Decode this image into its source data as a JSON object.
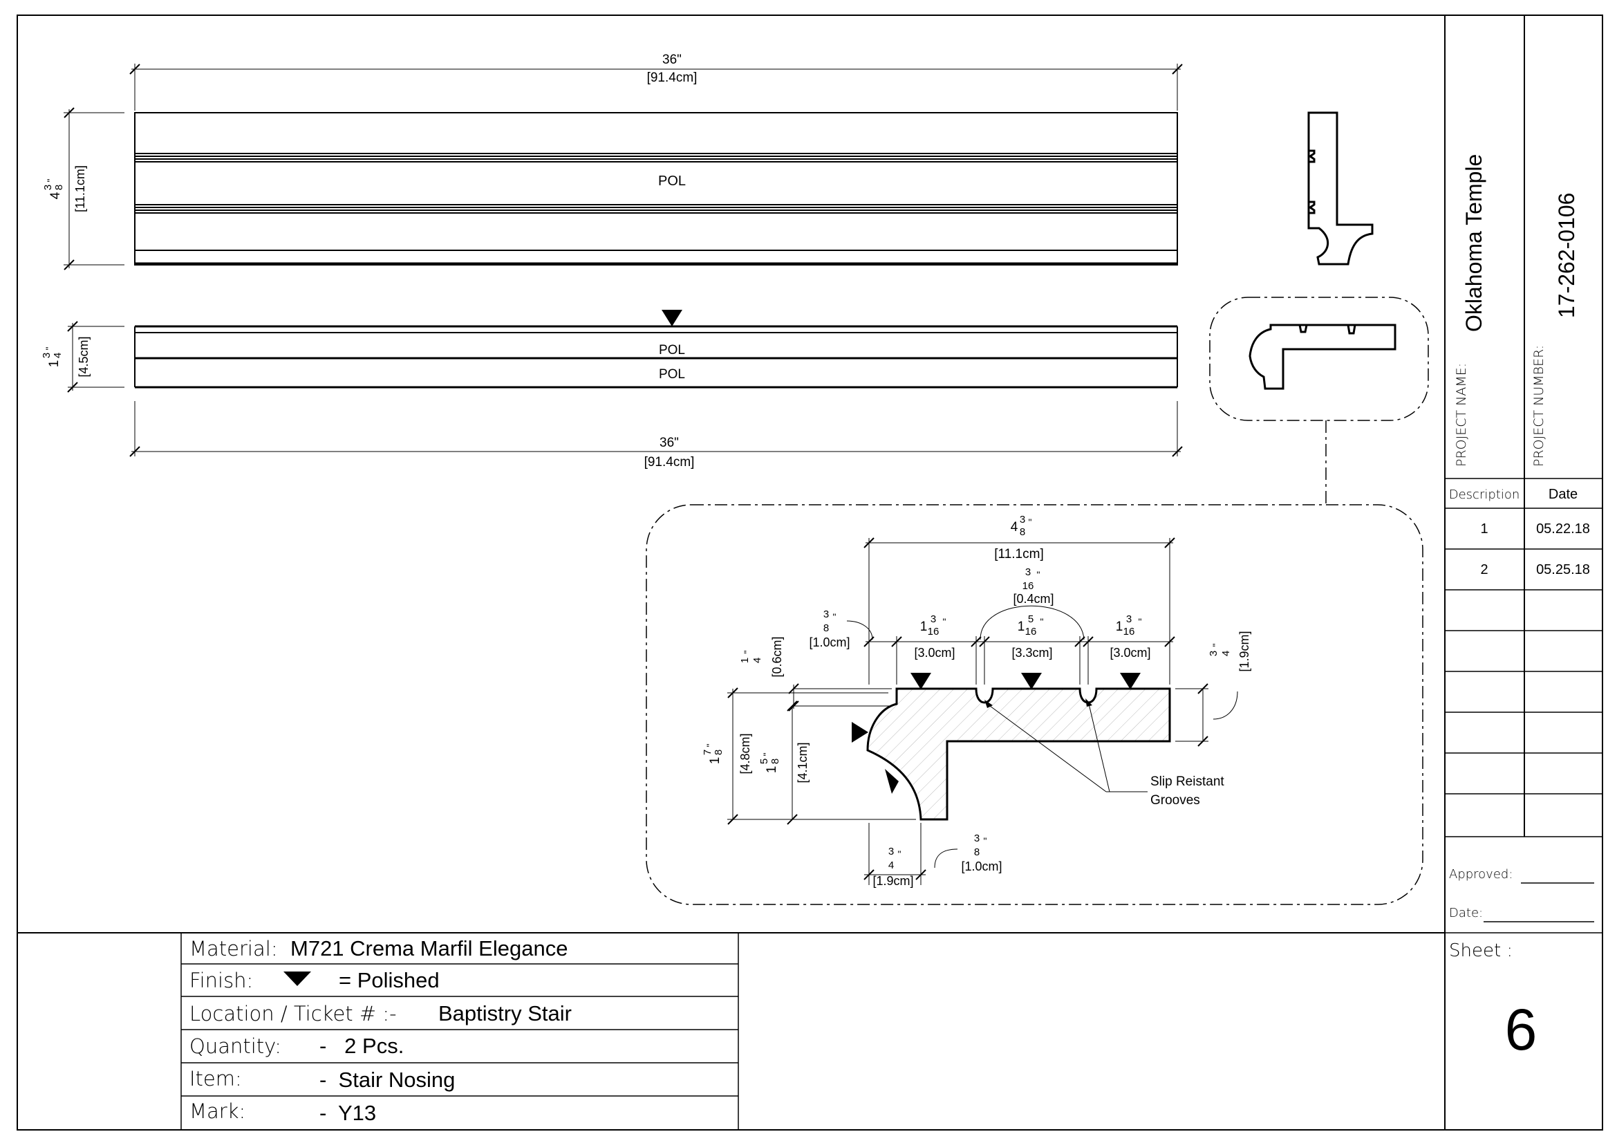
{
  "top_view": {
    "length_in": "36\"",
    "length_cm": "[91.4cm]",
    "height_whole": "4",
    "height_num": "3",
    "height_den": "8",
    "height_unit": "\"",
    "height_cm": "[11.1cm]",
    "surface_label": "POL"
  },
  "front_view": {
    "height_whole": "1",
    "height_num": "3",
    "height_den": "4",
    "height_unit": "\"",
    "height_cm": "[4.5cm]",
    "label_top": "POL",
    "label_bottom": "POL",
    "length_in": "36\"",
    "length_cm": "[91.4cm]"
  },
  "detail": {
    "overall_whole": "4",
    "overall_num": "3",
    "overall_den": "8",
    "overall_unit": "\"",
    "overall_cm": "[11.1cm]",
    "groove_width_num": "3",
    "groove_width_den": "16",
    "groove_width_unit": "\"",
    "groove_width_cm": "[0.4cm]",
    "edge_num": "3",
    "edge_den": "8",
    "edge_unit": "\"",
    "edge_cm": "[1.0cm]",
    "seg1_whole": "1",
    "seg1_num": "3",
    "seg1_den": "16",
    "seg1_unit": "\"",
    "seg1_cm": "[3.0cm]",
    "seg2_whole": "1",
    "seg2_num": "5",
    "seg2_den": "16",
    "seg2_unit": "\"",
    "seg2_cm": "[3.3cm]",
    "seg3_whole": "1",
    "seg3_num": "3",
    "seg3_den": "16",
    "seg3_unit": "\"",
    "seg3_cm": "[3.0cm]",
    "lip_num": "1",
    "lip_den": "4",
    "lip_unit": "\"",
    "lip_cm": "[0.6cm]",
    "thick_num": "3",
    "thick_den": "4",
    "thick_unit": "\"",
    "thick_cm": "[1.9cm]",
    "total_h_whole": "1",
    "total_h_num": "7",
    "total_h_den": "8",
    "total_h_unit": "\"",
    "total_h_cm": "[4.8cm]",
    "nose_h_whole": "1",
    "nose_h_num": "5",
    "nose_h_den": "8",
    "nose_h_unit": "\"",
    "nose_h_cm": "[4.1cm]",
    "bottom_num": "3",
    "bottom_den": "4",
    "bottom_unit": "\"",
    "bottom_cm": "[1.9cm]",
    "bottom2_num": "3",
    "bottom2_den": "8",
    "bottom2_unit": "\"",
    "bottom2_cm": "[1.0cm]",
    "note_line1": "Slip Reistant",
    "note_line2": "Grooves"
  },
  "title_block": {
    "project_name_label": "PROJECT NAME:",
    "project_name": "Oklahoma Temple",
    "project_number_label": "PROJECT NUMBER:",
    "project_number": "17-262-0106",
    "description_header": "Description",
    "date_header": "Date",
    "revisions": [
      {
        "desc": "1",
        "date": "05.22.18"
      },
      {
        "desc": "2",
        "date": "05.25.18"
      }
    ],
    "approved_label": "Approved:",
    "date_label": "Date:",
    "sheet_label": "Sheet :",
    "sheet_number": "6"
  },
  "info_block": {
    "material_label": "Material:",
    "material_value": "M721 Crema Marfil Elegance",
    "finish_label": "Finish:",
    "finish_value": "= Polished",
    "location_label": "Location / Ticket # :-",
    "location_value": "Baptistry Stair",
    "quantity_label": "Quantity:",
    "quantity_value": "-   2 Pcs.",
    "item_label": "Item:",
    "item_value": "-  Stair Nosing",
    "mark_label": "Mark:",
    "mark_value": "-  Y13"
  }
}
